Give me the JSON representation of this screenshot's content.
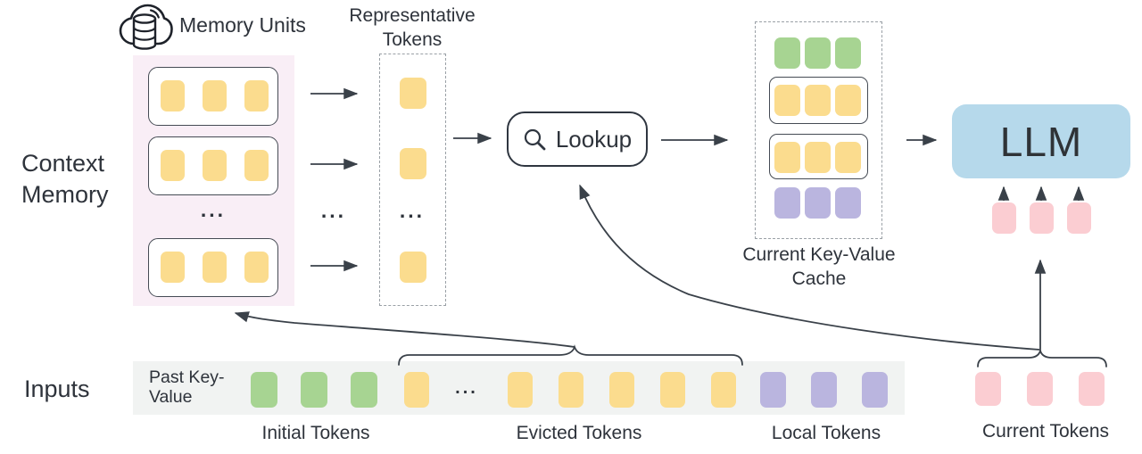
{
  "labels": {
    "context_memory": "Context Memory",
    "memory_units": "Memory Units",
    "representative_tokens": "Representative Tokens",
    "lookup": "Lookup",
    "current_kv_cache": "Current Key-Value Cache",
    "llm": "LLM",
    "inputs": "Inputs",
    "past_key_value": "Past Key-Value",
    "initial_tokens": "Initial Tokens",
    "evicted_tokens": "Evicted Tokens",
    "local_tokens": "Local Tokens",
    "current_tokens": "Current Tokens",
    "ellipsis": "..."
  },
  "colors": {
    "yellow": "#FBDC8E",
    "green": "#A7D492",
    "purple": "#BAB5DF",
    "pink": "#FBCDD2",
    "blue": "#B6D9EB",
    "memory_bg": "#F9EEF6",
    "strip_bg": "#F1F3F2",
    "ink": "#2E333B",
    "line": "#3A4149"
  },
  "diagram": {
    "memory_units": {
      "units_shown": 3,
      "tokens_per_unit": 3,
      "token_color": "yellow",
      "truncated": true
    },
    "representative_tokens": {
      "tokens_shown": 3,
      "token_color": "yellow",
      "truncated": true
    },
    "cache_rows": [
      {
        "tokens": 3,
        "color": "green",
        "boxed": false
      },
      {
        "tokens": 3,
        "color": "yellow",
        "boxed": true
      },
      {
        "tokens": 3,
        "color": "yellow",
        "boxed": true
      },
      {
        "tokens": 3,
        "color": "purple",
        "boxed": false
      }
    ],
    "inputs": {
      "initial_tokens": {
        "count": 3,
        "color": "green"
      },
      "evicted_tokens": {
        "tokens_shown": 6,
        "color": "yellow",
        "truncated": true
      },
      "local_tokens": {
        "count": 3,
        "color": "purple"
      },
      "current_tokens": {
        "count": 3,
        "color": "pink"
      }
    },
    "flows": [
      "memory-units -> representative-tokens",
      "representative-tokens -> lookup",
      "lookup -> current-key-value-cache",
      "current-key-value-cache -> llm",
      "current-tokens -> llm",
      "current-tokens -> lookup",
      "evicted-tokens -> context-memory"
    ]
  }
}
